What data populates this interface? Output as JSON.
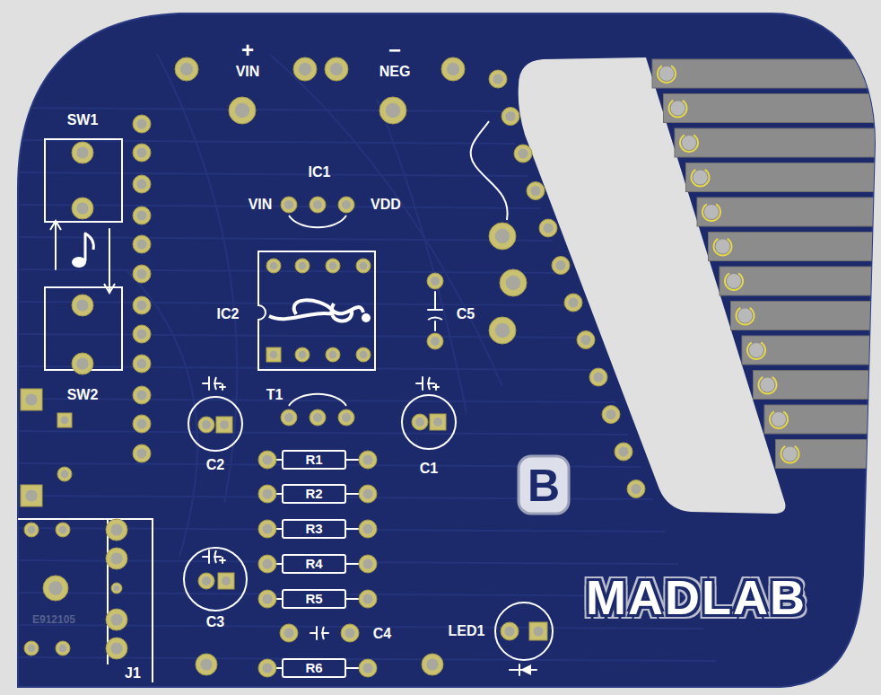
{
  "diagram": {
    "nodes": [
      {
        "text": [
          "R1"
        ]
      },
      {
        "text": [
          "R2"
        ]
      },
      {
        "text": [
          "R3"
        ]
      },
      {
        "text": [
          "R4"
        ]
      },
      {
        "text": [
          "R5"
        ]
      },
      {
        "text": [
          "R6"
        ]
      }
    ],
    "edges": [],
    "labels": [
      "+",
      "VIN",
      "−",
      "NEG",
      "SW1",
      "SW2",
      "IC1",
      "VIN",
      "VDD",
      "IC2",
      "C5",
      "T1",
      "C2",
      "C1",
      "C3",
      "C4",
      "LED1",
      "J1",
      "E912105",
      "B",
      "MADLAB"
    ]
  }
}
